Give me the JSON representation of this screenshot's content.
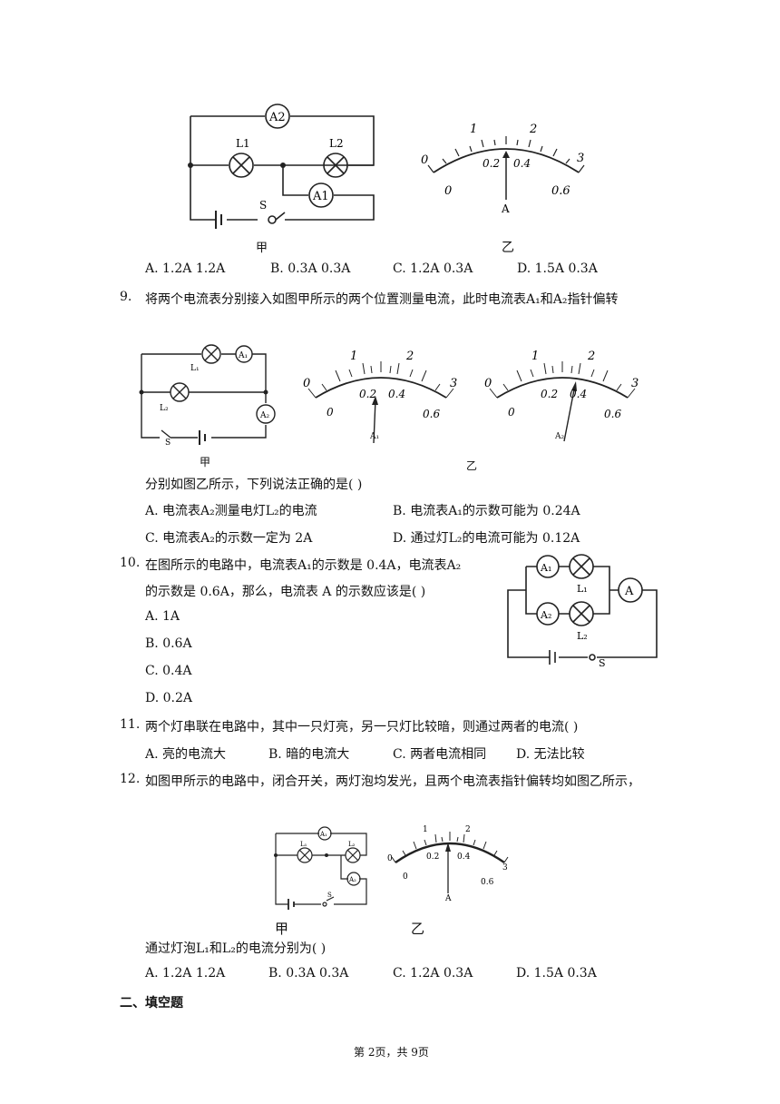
{
  "q8": {
    "fig_left_label": "甲",
    "fig_right_label": "乙",
    "ammeter_labels": [
      "A2",
      "A1"
    ],
    "lamp_labels": [
      "L1",
      "L2"
    ],
    "switch_label": "S",
    "meter": {
      "scale_top": [
        "0",
        "1",
        "2",
        "3"
      ],
      "scale_bottom": [
        "0",
        "0.2",
        "0.4",
        "0.6"
      ],
      "letter": "A"
    },
    "options": [
      "A. 1.2A 1.2A",
      "B. 0.3A 0.3A",
      "C. 1.2A   0.3A",
      "D. 1.5A 0.3A"
    ]
  },
  "q9": {
    "number": "9.",
    "stem_line1": "将两个电流表分别接入如图甲所示的两个位置测量电流，此时电流表A₁和A₂指针偏转",
    "stem_line2": "分别如图乙所示，下列说法正确的是(    )",
    "fig_left_label": "甲",
    "fig_right_label": "乙",
    "meter_names": [
      "A₁",
      "A₂"
    ],
    "options": [
      "A.  电流表A₂测量电灯L₂的电流",
      "B.  电流表A₁的示数可能为 0.24A",
      "C.  电流表A₂的示数一定为 2A",
      "D.  通过灯L₂的电流可能为 0.12A"
    ]
  },
  "q10": {
    "number": "10.",
    "stem_line1": "在图所示的电路中，电流表A₁的示数是 0.4A，电流表A₂",
    "stem_line2": "的示数是 0.6A，那么，电流表 A 的示数应该是(    )",
    "options": [
      "A. 1A",
      "B. 0.6A",
      "C. 0.4A",
      "D. 0.2A"
    ]
  },
  "q11": {
    "number": "11.",
    "stem": "两个灯串联在电路中，其中一只灯亮，另一只灯比较暗，则通过两者的电流(    )",
    "options": [
      "A.  亮的电流大",
      "B.  暗的电流大",
      "C.  两者电流相同",
      "D.  无法比较"
    ]
  },
  "q12": {
    "number": "12.",
    "stem_line1": "如图甲所示的电路中，闭合开关，两灯泡均发光，且两个电流表指针偏转均如图乙所示，",
    "stem_line2": "通过灯泡L₁和L₂的电流分别为(    )",
    "fig_left_label": "甲",
    "fig_right_label": "乙",
    "options": [
      "A. 1.2A  1.2A",
      "B. 0.3A  0.3A",
      "C. 1.2A  0.3A",
      "D. 1.5A  0.3A"
    ]
  },
  "section2": "二、填空题",
  "footer": "第 2页，共 9页"
}
